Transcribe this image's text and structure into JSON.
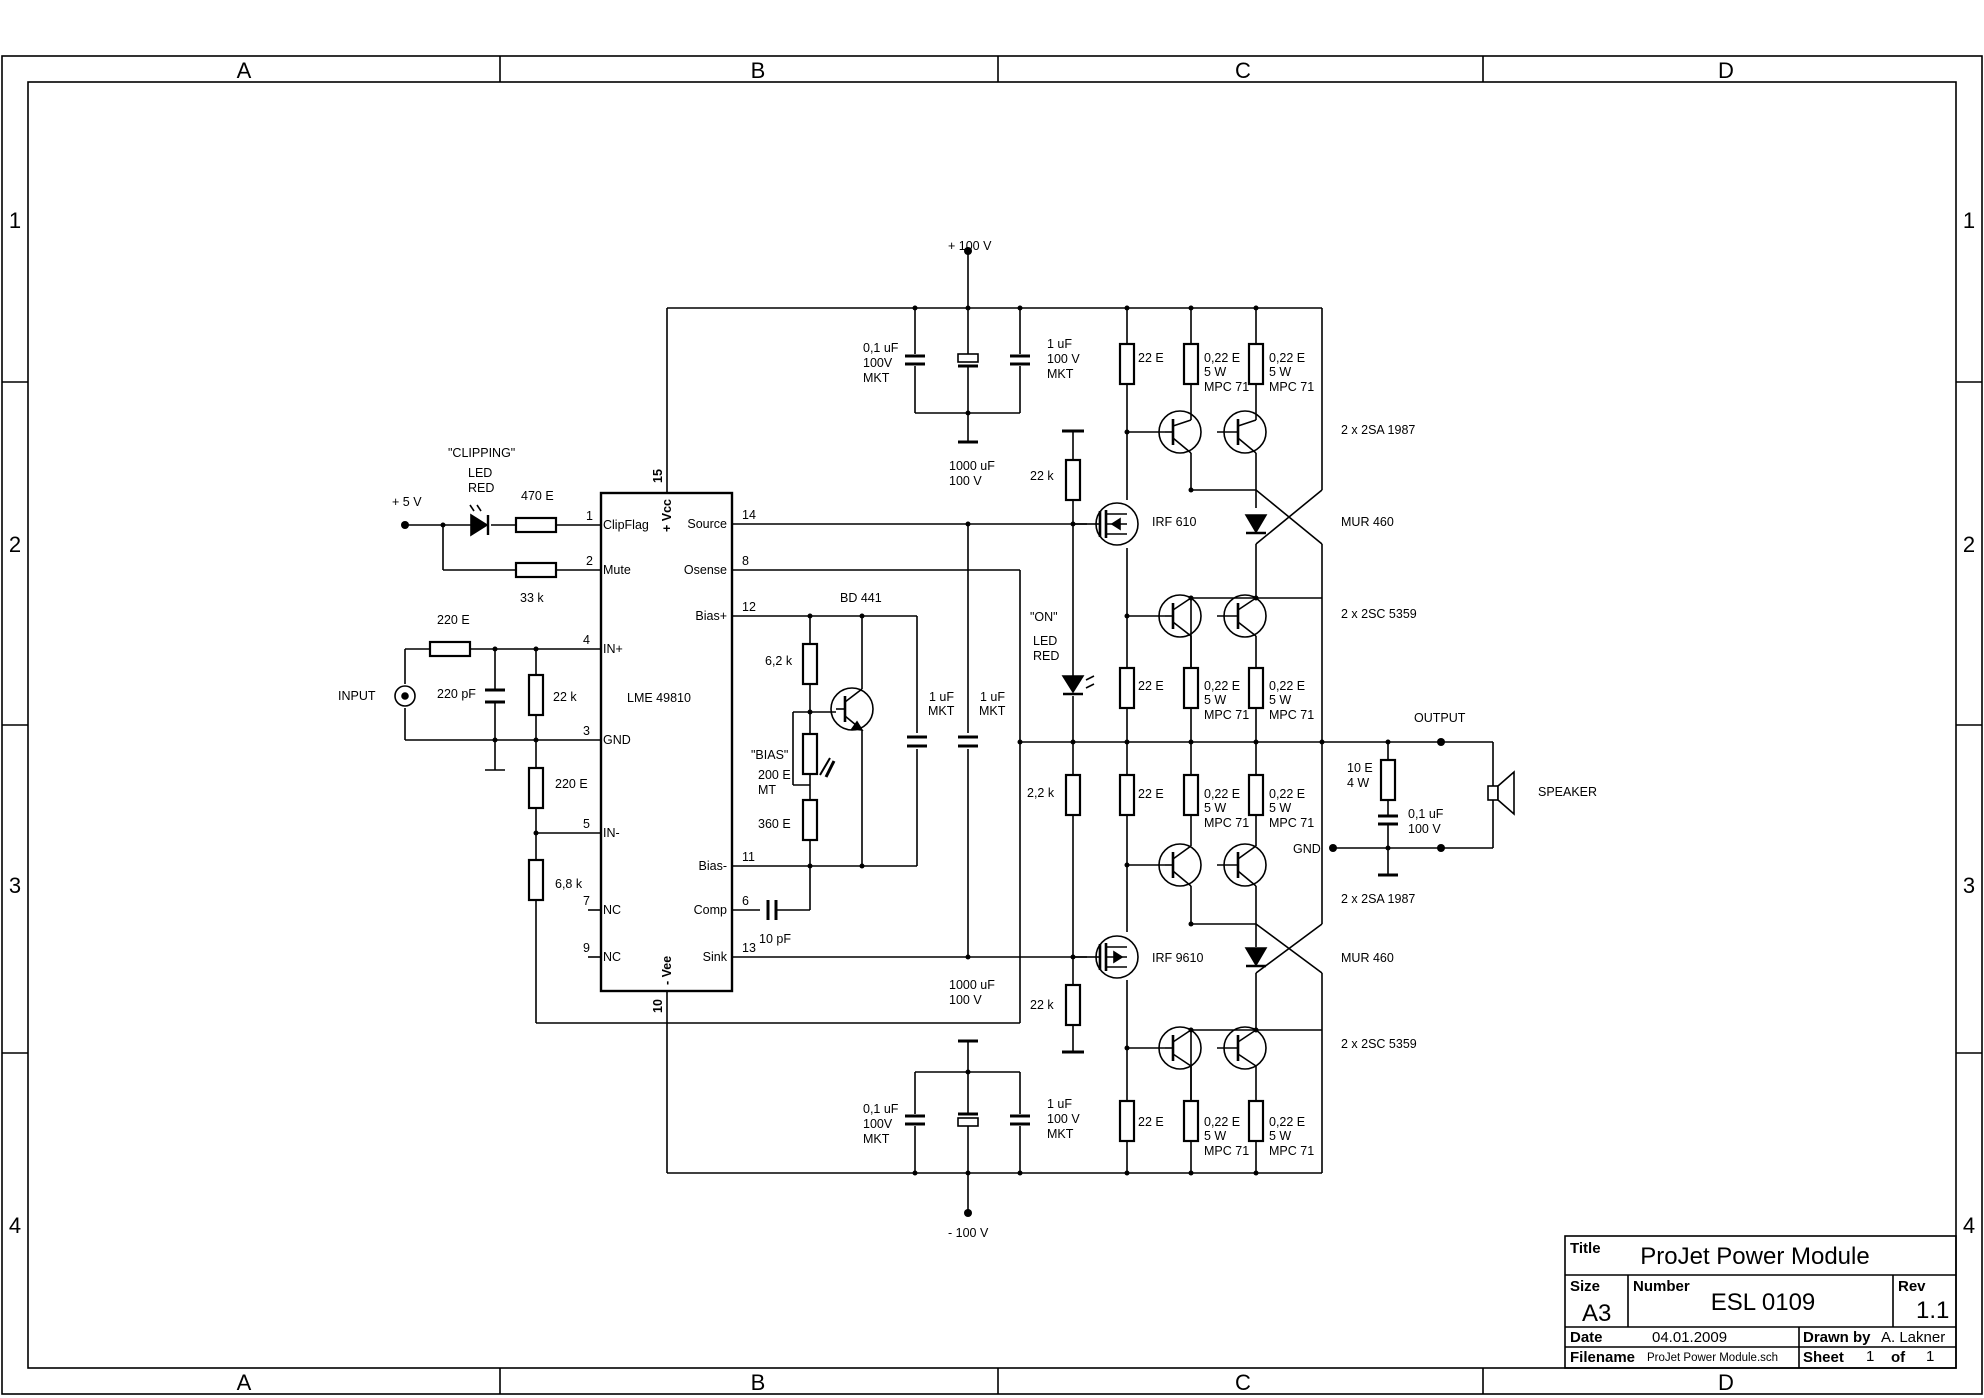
{
  "border": {
    "columns": [
      "A",
      "B",
      "C",
      "D"
    ],
    "rows": [
      "1",
      "2",
      "3",
      "4"
    ]
  },
  "title_block": {
    "title_label": "Title",
    "title": "ProJet Power Module",
    "size_label": "Size",
    "size": "A3",
    "number_label": "Number",
    "number": "ESL 0109",
    "rev_label": "Rev",
    "rev": "1.1",
    "date_label": "Date",
    "date": "04.01.2009",
    "drawn_label": "Drawn by",
    "drawn_by": "A. Lakner",
    "filename_label": "Filename",
    "filename": "ProJet Power Module.sch",
    "sheet_label": "Sheet",
    "sheet": "1",
    "of_label": "of",
    "sheet_total": "1"
  },
  "chip": {
    "name": "LME 49810",
    "left_pins": [
      {
        "num": "1",
        "name": "ClipFlag"
      },
      {
        "num": "2",
        "name": "Mute"
      },
      {
        "num": "4",
        "name": "IN+"
      },
      {
        "num": "3",
        "name": "GND"
      },
      {
        "num": "5",
        "name": "IN-"
      },
      {
        "num": "7",
        "name": "NC"
      },
      {
        "num": "9",
        "name": "NC"
      }
    ],
    "right_pins": [
      {
        "num": "14",
        "name": "Source"
      },
      {
        "num": "8",
        "name": "Osense"
      },
      {
        "num": "12",
        "name": "Bias+"
      },
      {
        "num": "11",
        "name": "Bias-"
      },
      {
        "num": "6",
        "name": "Comp"
      },
      {
        "num": "13",
        "name": "Sink"
      }
    ],
    "top_pin": {
      "num": "15",
      "name": "+ Vcc"
    },
    "bottom_pin": {
      "num": "10",
      "name": "- Vee"
    }
  },
  "labels": {
    "rail_pos": "+ 100 V",
    "rail_neg": "- 100 V",
    "supply_5v": "+ 5 V",
    "clipping": "\"CLIPPING\"",
    "led_red_1": "LED",
    "led_red_2": "RED",
    "r470": "470 E",
    "r33k": "33 k",
    "r220_in": "220 E",
    "c220pf": "220 pF",
    "r22k_in": "22 k",
    "input": "INPUT",
    "r220_fb": "220 E",
    "r6k8": "6,8 k",
    "bd441": "BD 441",
    "r6k2": "6,2 k",
    "bias_q": "\"BIAS\"",
    "pot_1": "200 E",
    "pot_2": "MT",
    "r360": "360 E",
    "c10pf": "10 pF",
    "c1uf_a_1": "1 uF",
    "c1uf_a_2": "MKT",
    "c1uf_b_1": "1 uF",
    "c1uf_b_2": "MKT",
    "cap_top_l_1": "0,1 uF",
    "cap_top_l_2": "100V",
    "cap_top_l_3": "MKT",
    "cap_top_r_1": "1 uF",
    "cap_top_r_2": "100 V",
    "cap_top_r_3": "MKT",
    "elko_top_1": "1000 uF",
    "elko_top_2": "100 V",
    "elko_bot_1": "1000 uF",
    "elko_bot_2": "100 V",
    "cap_bot_l_1": "0,1 uF",
    "cap_bot_l_2": "100V",
    "cap_bot_l_3": "MKT",
    "cap_bot_r_1": "1 uF",
    "cap_bot_r_2": "100 V",
    "cap_bot_r_3": "MKT",
    "r22k_top": "22 k",
    "r22k_bot": "22 k",
    "on_q": "\"ON\"",
    "on_led_1": "LED",
    "on_led_2": "RED",
    "r2k2": "2,2 k",
    "irf610": "IRF 610",
    "irf9610": "IRF 9610",
    "r22e_1": "22 E",
    "r22e_2": "22 E",
    "r22e_3": "22 E",
    "r22e_4": "22 E",
    "re_1": "0,22 E",
    "re_2": "5 W",
    "re_3": "MPC 71",
    "q_top_1": "2 x 2SA 1987",
    "q_top_2": "2 x 2SC 5359",
    "q_bot_1": "2 x 2SA 1987",
    "q_bot_2": "2 x 2SC 5359",
    "mur_1": "MUR 460",
    "mur_2": "MUR 460",
    "output": "OUTPUT",
    "r10": "10 E",
    "r10w": "4 W",
    "czobel_1": "0,1 uF",
    "czobel_2": "100 V",
    "gnd": "GND",
    "speaker": "SPEAKER"
  }
}
